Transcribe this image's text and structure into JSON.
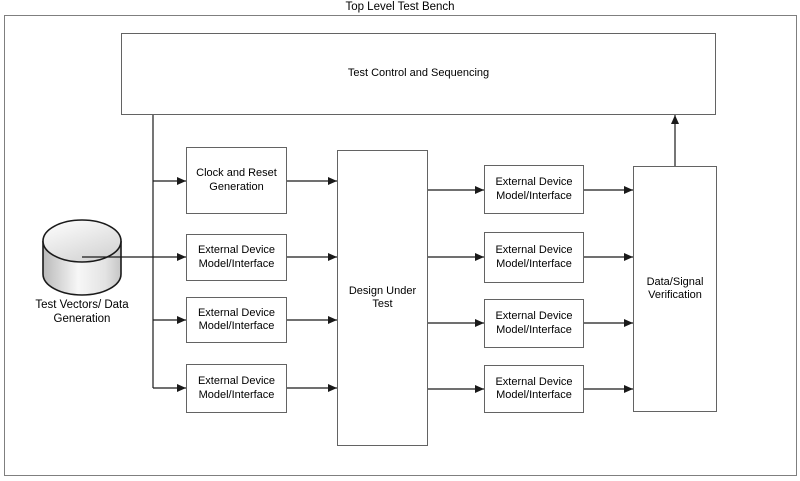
{
  "colors": {
    "background": "#ffffff",
    "text": "#000000",
    "outer-border": "#7f7f7f",
    "box-border": "#636363",
    "connector": "#1a1a1a",
    "cylinder-outline": "#1a1a1a",
    "cylinder-light": "#fdfdfd",
    "cylinder-dark": "#b9b9b9"
  },
  "diagram": {
    "title": "Top Level Test Bench",
    "nodes": {
      "test_control": {
        "label": "Test Control and Sequencing"
      },
      "test_vectors": {
        "label": "Test Vectors/ Data Generation"
      },
      "dut": {
        "label": "Design Under Test"
      },
      "verification": {
        "label": "Data/Signal Verification"
      }
    },
    "left_column": [
      {
        "id": "clock-reset",
        "label": "Clock and Reset Generation"
      },
      {
        "id": "ext-left-1",
        "label": "External Device Model/Interface"
      },
      {
        "id": "ext-left-2",
        "label": "External Device Model/Interface"
      },
      {
        "id": "ext-left-3",
        "label": "External Device Model/Interface"
      }
    ],
    "right_column": [
      {
        "id": "ext-right-1",
        "label": "External Device Model/Interface"
      },
      {
        "id": "ext-right-2",
        "label": "External Device Model/Interface"
      },
      {
        "id": "ext-right-3",
        "label": "External Device Model/Interface"
      },
      {
        "id": "ext-right-4",
        "label": "External Device Model/Interface"
      }
    ],
    "edges": [
      {
        "from": "test_control",
        "to": "clock-reset"
      },
      {
        "from": "test_control",
        "to": "ext-left-1"
      },
      {
        "from": "test_control",
        "to": "ext-left-2"
      },
      {
        "from": "test_control",
        "to": "ext-left-3"
      },
      {
        "from": "test_vectors",
        "to": "ext-left-1"
      },
      {
        "from": "clock-reset",
        "to": "dut"
      },
      {
        "from": "ext-left-1",
        "to": "dut"
      },
      {
        "from": "ext-left-2",
        "to": "dut"
      },
      {
        "from": "ext-left-3",
        "to": "dut"
      },
      {
        "from": "dut",
        "to": "ext-right-1"
      },
      {
        "from": "dut",
        "to": "ext-right-2"
      },
      {
        "from": "dut",
        "to": "ext-right-3"
      },
      {
        "from": "dut",
        "to": "ext-right-4"
      },
      {
        "from": "ext-right-1",
        "to": "verification"
      },
      {
        "from": "ext-right-2",
        "to": "verification"
      },
      {
        "from": "ext-right-3",
        "to": "verification"
      },
      {
        "from": "ext-right-4",
        "to": "verification"
      }
    ]
  }
}
